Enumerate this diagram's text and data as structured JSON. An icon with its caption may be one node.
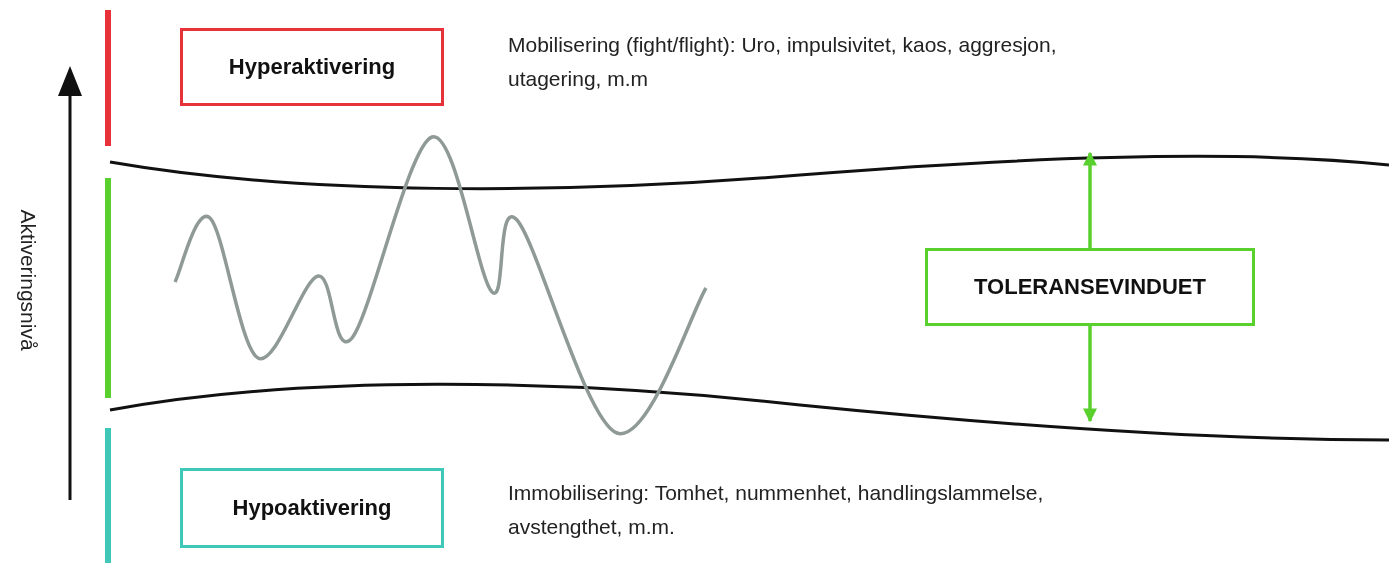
{
  "diagram": {
    "nodes": [
      {
        "text": [
          "Hyperaktivering"
        ],
        "beside": [
          "Mobilisering (fight/flight): Uro, impulsivitet, kaos, aggresjon, utagering, m.m"
        ]
      },
      {
        "text": [
          "TOLERANSEVINDUET"
        ]
      },
      {
        "text": [
          "Hypoaktivering"
        ],
        "beside": [
          "Immobilisering: Tomhet, nummenhet, handlingslammelse, avstengthet, m.m."
        ]
      }
    ],
    "edges": [
      {
        "from": 1,
        "to": null,
        "arrow": "to"
      },
      {
        "from": 1,
        "to": null,
        "arrow": "to"
      }
    ],
    "labels": [
      "Aktiveringsnivå"
    ]
  }
}
